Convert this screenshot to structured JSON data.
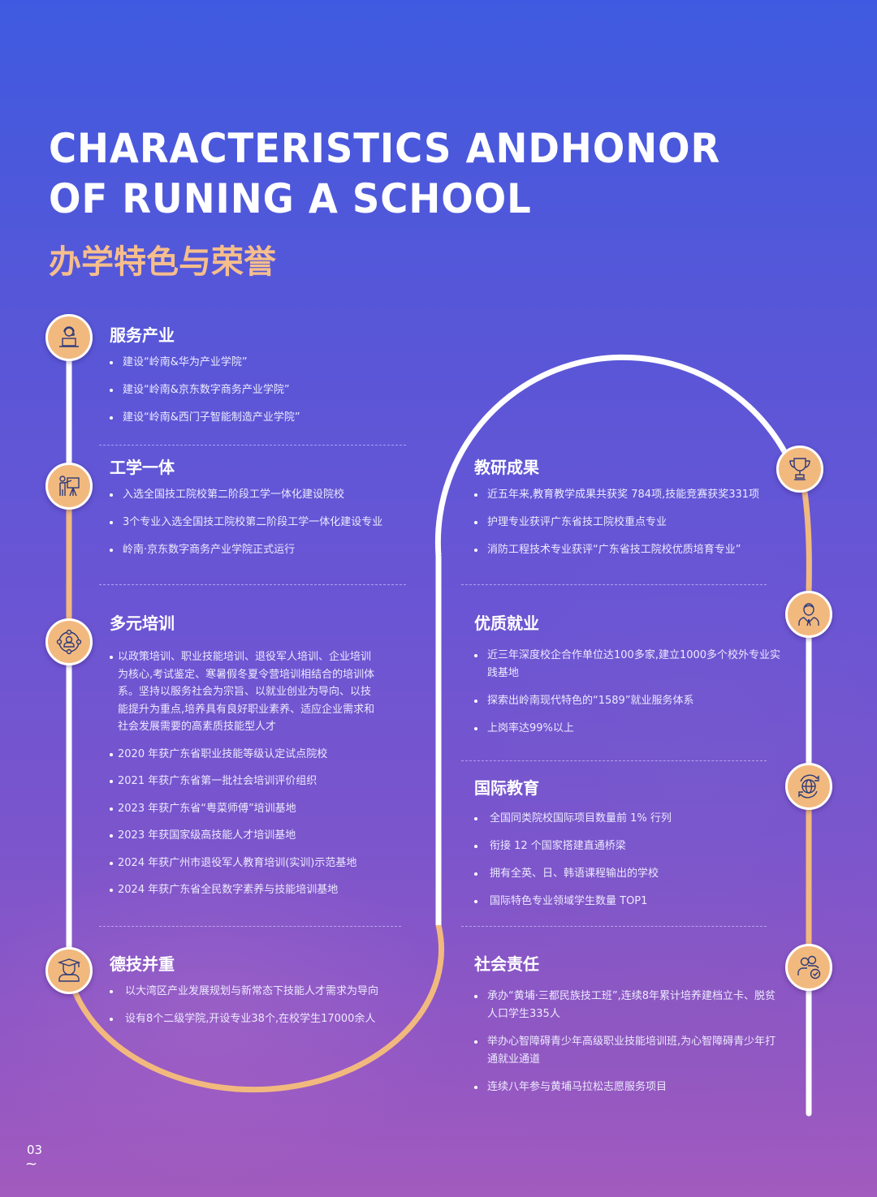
{
  "header": {
    "title_en_line1": "CHARACTERISTICS ANDHONOR",
    "title_en_line2": "OF RUNING A SCHOOL",
    "title_cn": "办学特色与荣誉"
  },
  "colors": {
    "accent_orange": "#f2b97f",
    "title_cn": "#f6be8c",
    "bg_top": "#3f5ae0",
    "bg_bottom": "#a25bbe",
    "icon_stroke": "#2d3a7a"
  },
  "sections": [
    {
      "id": "service-industry",
      "icon": "customer-service-icon",
      "title": "服务产业",
      "items": [
        "建设“岭南&华为产业学院”",
        "建设“岭南&京东数字商务产业学院”",
        "建设“岭南&西门子智能制造产业学院”"
      ]
    },
    {
      "id": "work-study",
      "icon": "teacher-presentation-icon",
      "title": "工学一体",
      "items": [
        "入选全国技工院校第二阶段工学一体化建设院校",
        "3个专业入选全国技工院校第二阶段工学一体化建设专业",
        "岭南·京东数字商务产业学院正式运行"
      ]
    },
    {
      "id": "diverse-training",
      "icon": "network-person-icon",
      "title": "多元培训",
      "items": [
        "以政策培训、职业技能培训、退役军人培训、企业培训为核心,考试鉴定、寒暑假冬夏令营培训相结合的培训体系。坚持以服务社会为宗旨、以就业创业为导向、以技能提升为重点,培养具有良好职业素养、适应企业需求和社会发展需要的高素质技能型人才",
        "2020 年获广东省职业技能等级认定试点院校",
        "2021 年获广东省第一批社会培训评价组织",
        "2023 年获广东省“粤菜师傅”培训基地",
        "2023 年获国家级高技能人才培训基地",
        "2024 年获广州市退役军人教育培训(实训)示范基地",
        "2024 年获广东省全民数字素养与技能培训基地"
      ]
    },
    {
      "id": "morality-skill",
      "icon": "graduate-icon",
      "title": "德技并重",
      "items": [
        "以大湾区产业发展规划与新常态下技能人才需求为导向",
        "设有8个二级学院,开设专业38个,在校学生17000余人"
      ]
    },
    {
      "id": "research-results",
      "icon": "trophy-icon",
      "title": "教研成果",
      "items": [
        "近五年来,教育教学成果共获奖 784项,技能竞赛获奖331项",
        "护理专业获评广东省技工院校重点专业",
        "消防工程技术专业获评“广东省技工院校优质培育专业”"
      ]
    },
    {
      "id": "quality-employment",
      "icon": "businessman-icon",
      "title": "优质就业",
      "items": [
        "近三年深度校企合作单位达100多家,建立1000多个校外专业实践基地",
        "探索出岭南现代特色的“1589”就业服务体系",
        "上岗率达99%以上"
      ]
    },
    {
      "id": "international-education",
      "icon": "globe-exchange-icon",
      "title": "国际教育",
      "items": [
        "全国同类院校国际项目数量前 1% 行列",
        "衔接 12 个国家搭建直通桥梁",
        "拥有全英、日、韩语课程输出的学校",
        "国际特色专业领域学生数量 TOP1"
      ]
    },
    {
      "id": "social-responsibility",
      "icon": "people-check-icon",
      "title": "社会责任",
      "items": [
        "承办“黄埔·三都民族技工班”,连续8年累计培养建档立卡、脱贫人口学生335人",
        "举办心智障碍青少年高级职业技能培训班,为心智障碍青少年打通就业通道",
        "连续八年参与黄埔马拉松志愿服务项目"
      ]
    }
  ],
  "footer": {
    "page_number": "03",
    "page_mark": "~"
  }
}
